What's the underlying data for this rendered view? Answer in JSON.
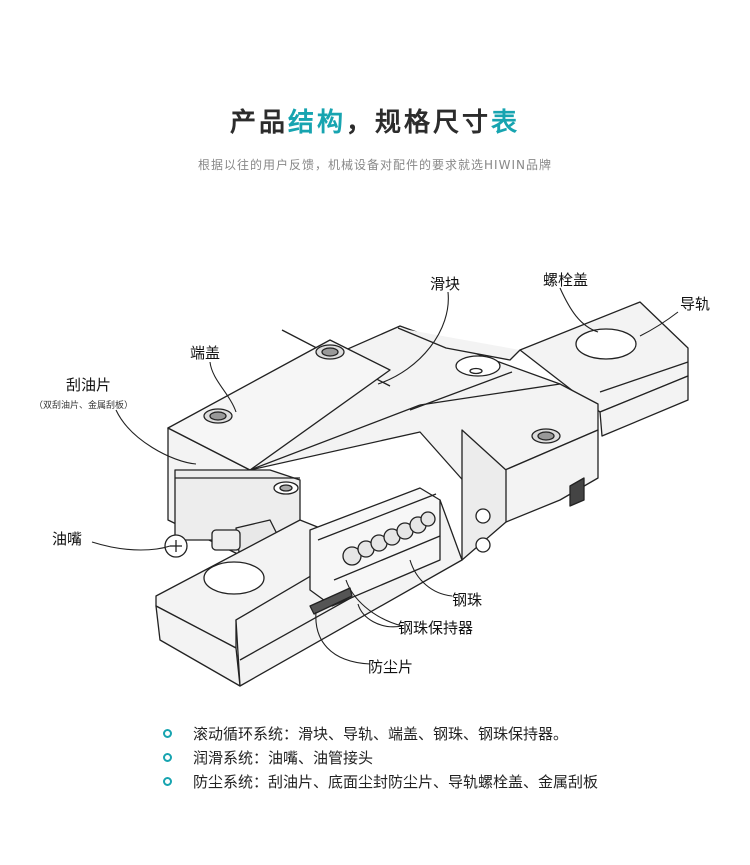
{
  "header": {
    "title_part1": "产品",
    "title_part2": "结构",
    "title_part3": "，规格尺寸",
    "title_part4": "表",
    "subtitle": "根据以往的用户反馈，机械设备对配件的要求就选HIWIN品牌"
  },
  "labels": {
    "slider": "滑块",
    "bolt_cap": "螺栓盖",
    "rail": "导轨",
    "end_cap": "端盖",
    "wiper": "刮油片",
    "wiper_note": "（双刮油片、金属刮板）",
    "grease_nipple": "油嘴",
    "steel_ball": "钢珠",
    "ball_retainer": "钢珠保持器",
    "dust_seal": "防尘片"
  },
  "bullets": [
    "滚动循环系统：滑块、导轨、端盖、钢珠、钢珠保持器。",
    "润滑系统：油嘴、油管接头",
    "防尘系统：刮油片、底面尘封防尘片、导轨螺栓盖、金属刮板"
  ],
  "colors": {
    "accent": "#17a4b0",
    "title_dark": "#2c2c2c",
    "line": "#222222",
    "fill": "#f3f3f3"
  }
}
